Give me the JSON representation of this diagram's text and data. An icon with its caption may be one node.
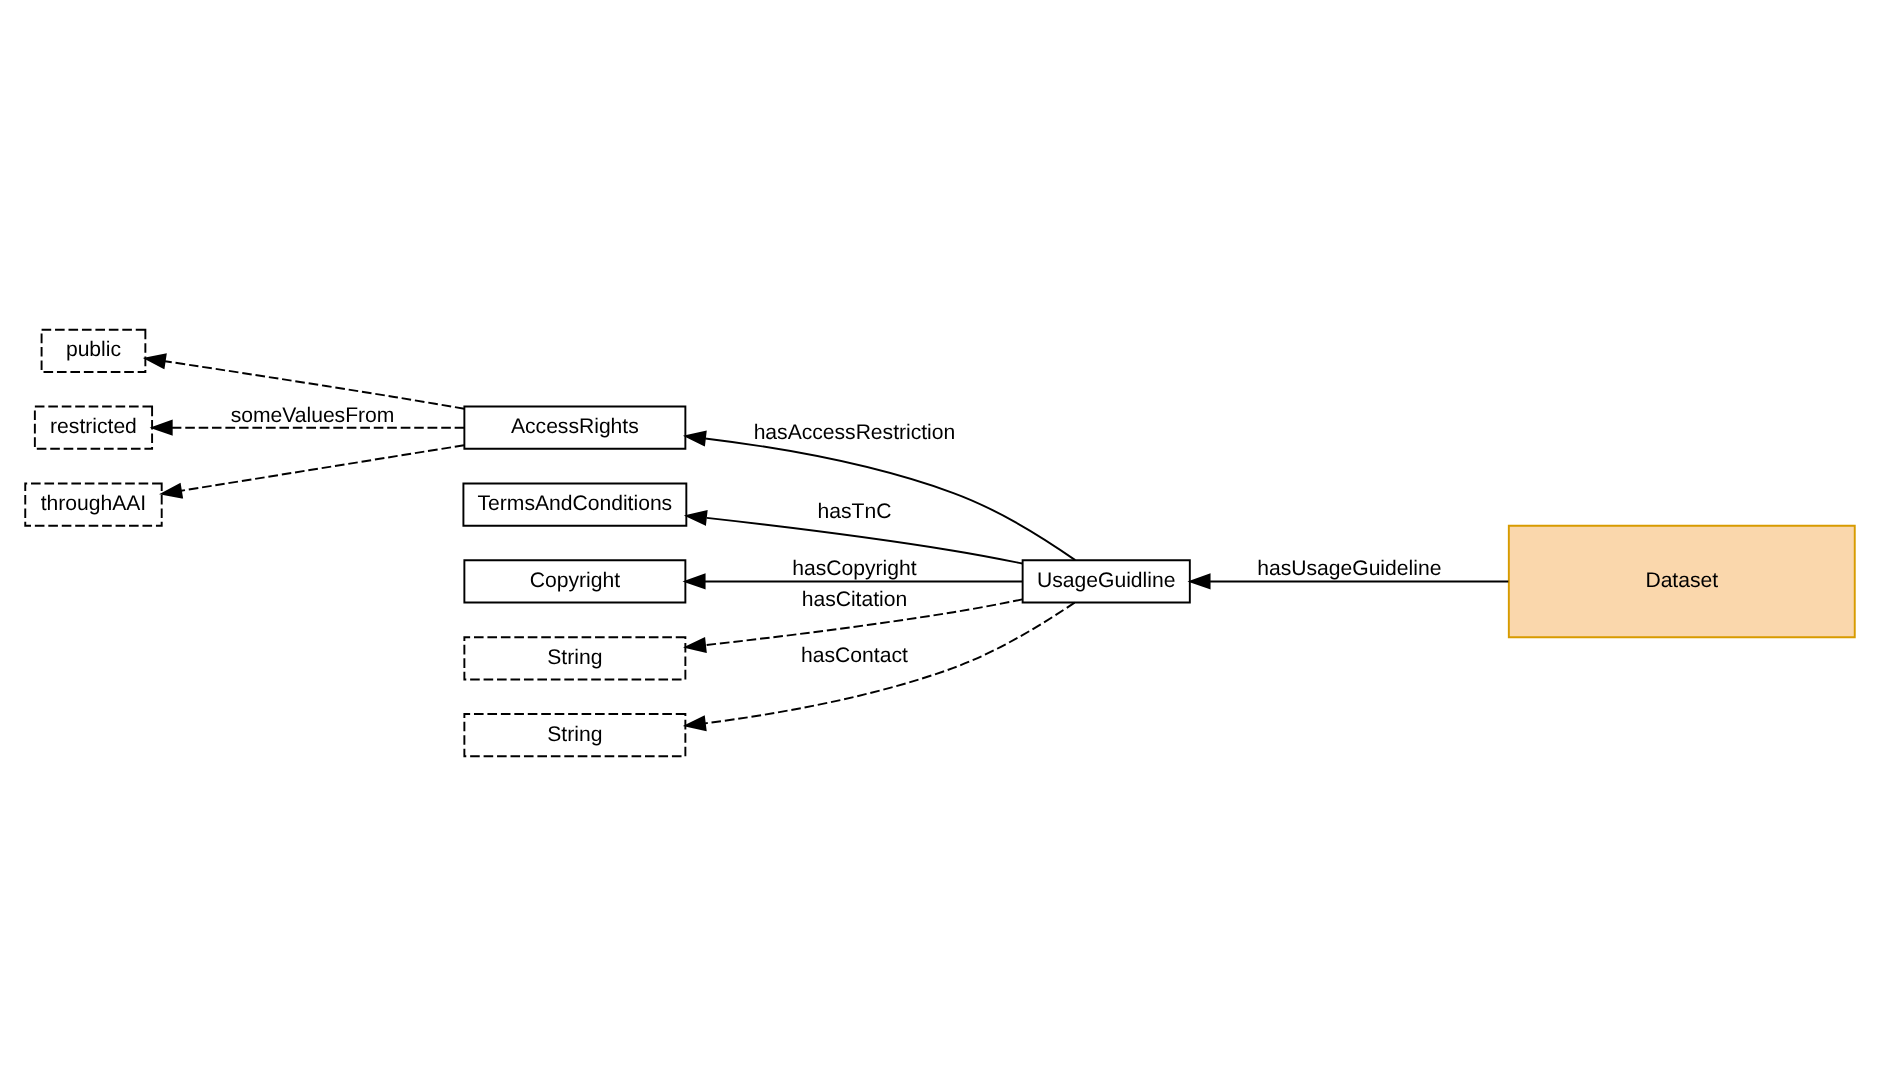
{
  "diagram": {
    "nodes": [
      {
        "text": [
          "public"
        ]
      },
      {
        "text": [
          "restricted"
        ]
      },
      {
        "text": [
          "throughAAI"
        ]
      },
      {
        "text": [
          "AccessRights"
        ]
      },
      {
        "text": [
          "TermsAndConditions"
        ]
      },
      {
        "text": [
          "Copyright"
        ]
      },
      {
        "text": [
          "String"
        ]
      },
      {
        "text": [
          "String"
        ]
      },
      {
        "text": [
          "UsageGuidline"
        ]
      },
      {
        "text": [
          "Dataset"
        ]
      }
    ],
    "edges": [
      {
        "from": 3,
        "to": 0,
        "arrow": "to",
        "style": "dashed"
      },
      {
        "from": 3,
        "to": 1,
        "arrow": "to",
        "style": "dashed",
        "label": "someValuesFrom"
      },
      {
        "from": 3,
        "to": 2,
        "arrow": "to",
        "style": "dashed"
      },
      {
        "from": 8,
        "to": 3,
        "arrow": "to",
        "label": "hasAccessRestriction"
      },
      {
        "from": 8,
        "to": 4,
        "arrow": "to",
        "label": "hasTnC"
      },
      {
        "from": 8,
        "to": 5,
        "arrow": "to",
        "label": "hasCopyright"
      },
      {
        "from": 8,
        "to": 6,
        "arrow": "to",
        "style": "dashed",
        "label": "hasCitation"
      },
      {
        "from": 8,
        "to": 7,
        "arrow": "to",
        "style": "dashed",
        "label": "hasContact"
      },
      {
        "from": 9,
        "to": 8,
        "arrow": "to",
        "label": "hasUsageGuideline"
      }
    ]
  }
}
